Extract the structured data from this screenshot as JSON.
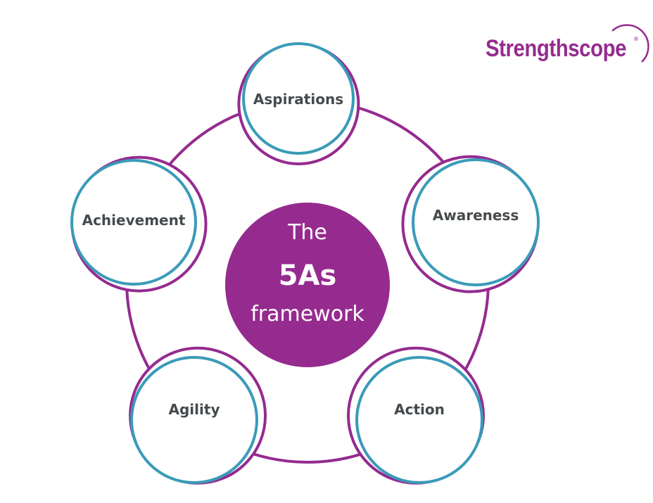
{
  "logo": {
    "text": "Strengthscope",
    "mark": "®"
  },
  "center": {
    "line1": "The",
    "line2": "5As",
    "line3": "framework"
  },
  "nodes": [
    {
      "label": "Aspirations"
    },
    {
      "label": "Awareness"
    },
    {
      "label": "Action"
    },
    {
      "label": "Agility"
    },
    {
      "label": "Achievement"
    }
  ],
  "colors": {
    "purple": "#952b8f",
    "teal": "#3a9bb8",
    "text": "#454a4d"
  }
}
